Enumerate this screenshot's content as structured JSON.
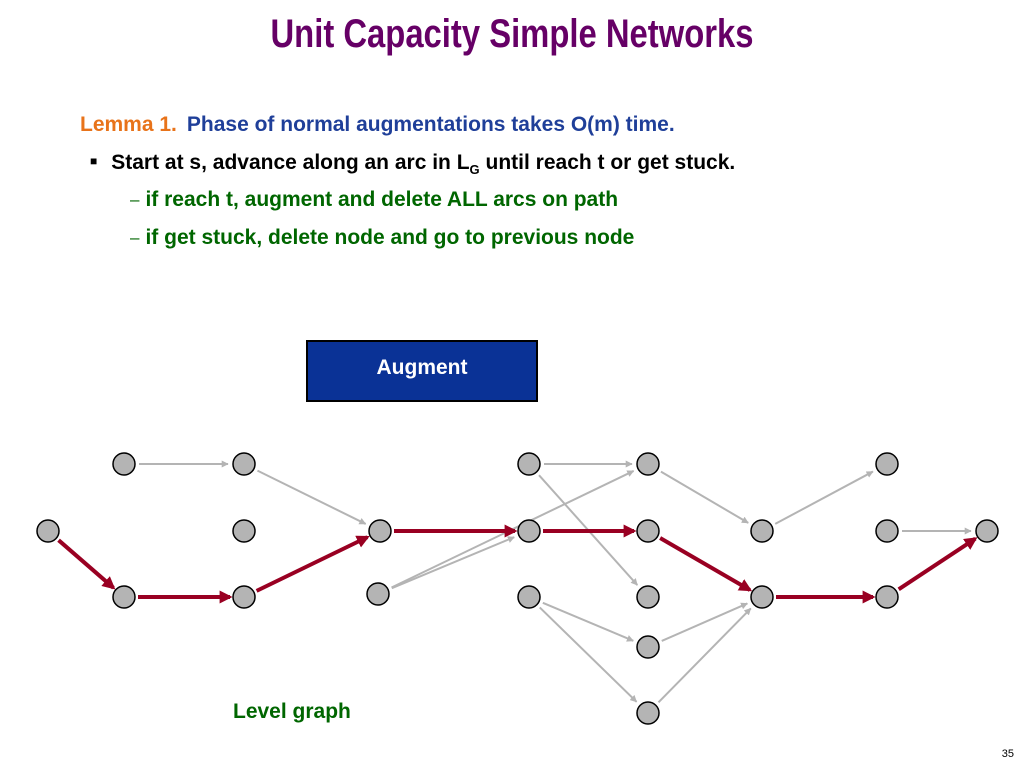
{
  "slide": {
    "title": "Unit Capacity Simple Networks",
    "lemma": {
      "label": "Lemma 1.",
      "text": "Phase of normal augmentations takes O(m) time."
    },
    "bullet": {
      "text_before": "Start at s, advance along an arc in L",
      "subscript": "G",
      "text_after": " until reach t or get stuck."
    },
    "subpoints": [
      "if reach t, augment and delete ALL arcs on path",
      "if get stuck, delete node and go to previous node"
    ],
    "augment_button": "Augment",
    "graph_caption": "Level graph",
    "page_number": "35"
  },
  "colors": {
    "title": "#660066",
    "lemma_label": "#E8731A",
    "lemma_text": "#1F3F99",
    "subpoints": "#006600",
    "button_fill": "#0A3296",
    "path_arc": "#990022",
    "arc": "#B4B4B4",
    "node_fill": "#B4B4B4"
  },
  "graph": {
    "nodes": [
      "A",
      "B1",
      "B2",
      "B3",
      "C1",
      "C2",
      "C3",
      "D1",
      "D2",
      "D3",
      "E1",
      "E2",
      "E3",
      "E4",
      "E5",
      "F1",
      "F2",
      "G1",
      "G2",
      "G3",
      "H"
    ],
    "arcs": [
      [
        "B1",
        "B2"
      ],
      [
        "B2",
        "C1"
      ],
      [
        "C3",
        "D2"
      ],
      [
        "C3",
        "E1"
      ],
      [
        "C2",
        "C1"
      ],
      [
        "D3",
        "E4"
      ],
      [
        "D3",
        "E5"
      ],
      [
        "D1",
        "E1"
      ],
      [
        "D1",
        "E3"
      ],
      [
        "E1",
        "F1"
      ],
      [
        "F1",
        "G1"
      ],
      [
        "G3",
        "H"
      ],
      [
        "E4",
        "F2"
      ],
      [
        "E5",
        "F2"
      ]
    ],
    "path": [
      [
        "A",
        "B3"
      ],
      [
        "B3",
        "C2"
      ],
      [
        "C2",
        "C1"
      ],
      [
        "C1",
        "D2"
      ],
      [
        "D2",
        "E2"
      ],
      [
        "E2",
        "F2"
      ],
      [
        "F2",
        "G2"
      ],
      [
        "G2",
        "H"
      ]
    ]
  }
}
